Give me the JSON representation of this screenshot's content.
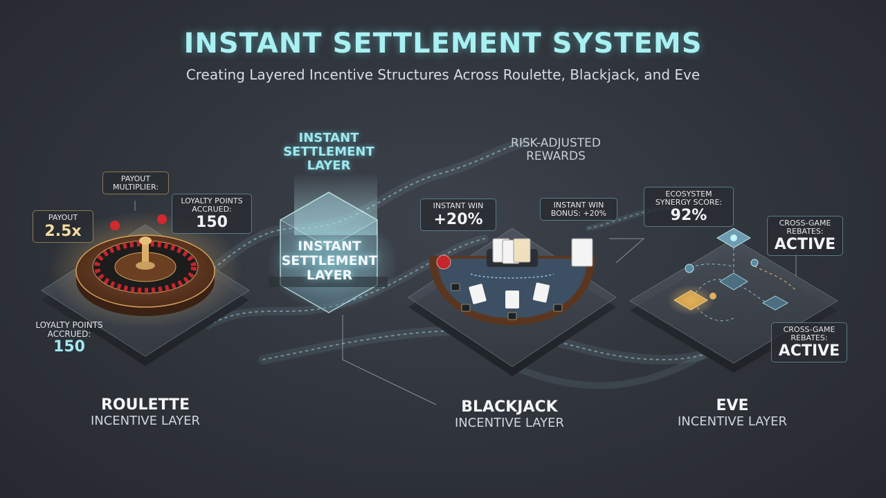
{
  "header": {
    "title": "INSTANT SETTLEMENT SYSTEMS",
    "subtitle": "Creating Layered Incentive Structures Across Roulette, Blackjack, and Eve"
  },
  "roulette": {
    "caption_title": "ROULETTE",
    "caption_sub": "INCENTIVE LAYER",
    "payout_label": "PAYOUT",
    "payout_value": "2.5x",
    "multiplier_label": "PAYOUT MULTIPLIER:",
    "loyalty_label": "LOYALTY POINTS ACCRUED:",
    "loyalty_value": "150",
    "loyalty2_label": "LOYALTY POINTS ACCRUED:",
    "loyalty2_value": "150"
  },
  "settlement": {
    "top_label": "INSTANT SETTLEMENT LAYER",
    "cube_label": "INSTANT SETTLEMENT LAYER",
    "risk_label": "RISK-ADJUSTED REWARDS"
  },
  "blackjack": {
    "caption_title": "BLACKJACK",
    "caption_sub": "INCENTIVE LAYER",
    "win_label": "INSTANT WIN",
    "win_value": "+20%",
    "bonus_label": "INSTANT WIN BONUS: +20%"
  },
  "eve": {
    "caption_title": "EVE",
    "caption_sub": "INCENTIVE LAYER",
    "synergy_label": "ECOSYSTEM SYNERGY SCORE:",
    "synergy_value": "92%",
    "rebates_label": "CROSS-GAME REBATES:",
    "rebates_value": "ACTIVE",
    "rebates2_label": "CROSS-GAME REBATES:",
    "rebates2_value": "ACTIVE"
  },
  "colors": {
    "accent_cyan": "#9fe9f0",
    "accent_gold": "#f4dba0",
    "felt": "#3c4f63",
    "roulette_red": "#c4262b"
  }
}
